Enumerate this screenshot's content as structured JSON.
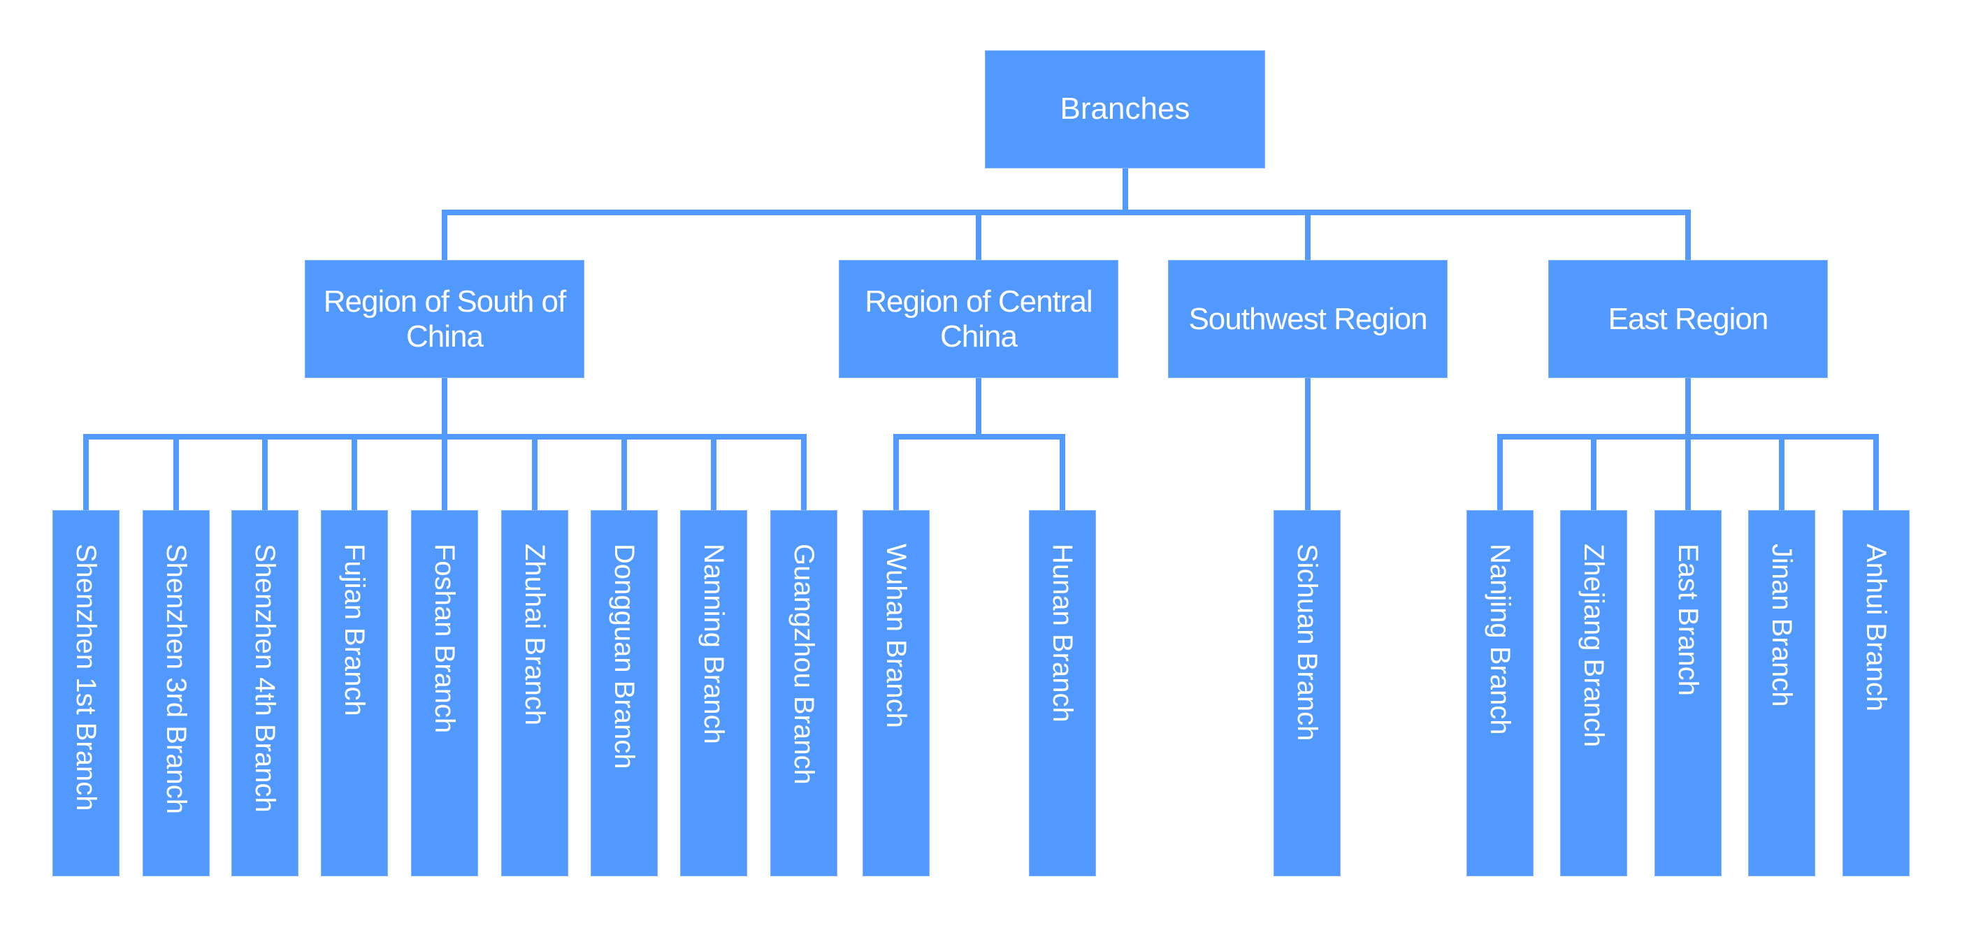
{
  "diagram": {
    "type": "org-chart",
    "root": {
      "label": "Branches"
    },
    "regions": [
      {
        "label": "Region of South of China",
        "branches": [
          "Shenzhen 1st Branch",
          "Shenzhen 3rd Branch",
          "Shenzhen 4th Branch",
          "Fujian Branch",
          "Foshan Branch",
          "Zhuhai Branch",
          "Dongguan Branch",
          "Nanning Branch",
          "Guangzhou Branch"
        ]
      },
      {
        "label": "Region of Central China",
        "branches": [
          "Wuhan Branch",
          "Hunan Branch"
        ]
      },
      {
        "label": "Southwest Region",
        "branches": [
          "Sichuan Branch"
        ]
      },
      {
        "label": "East Region",
        "branches": [
          "Nanjing Branch",
          "Zhejiang Branch",
          "East Branch",
          "Jinan Branch",
          "Anhui Branch"
        ]
      }
    ],
    "colors": {
      "node_fill": "#5199ff",
      "text": "#ffffff",
      "connector": "#5199ff",
      "background": "#ffffff"
    }
  }
}
